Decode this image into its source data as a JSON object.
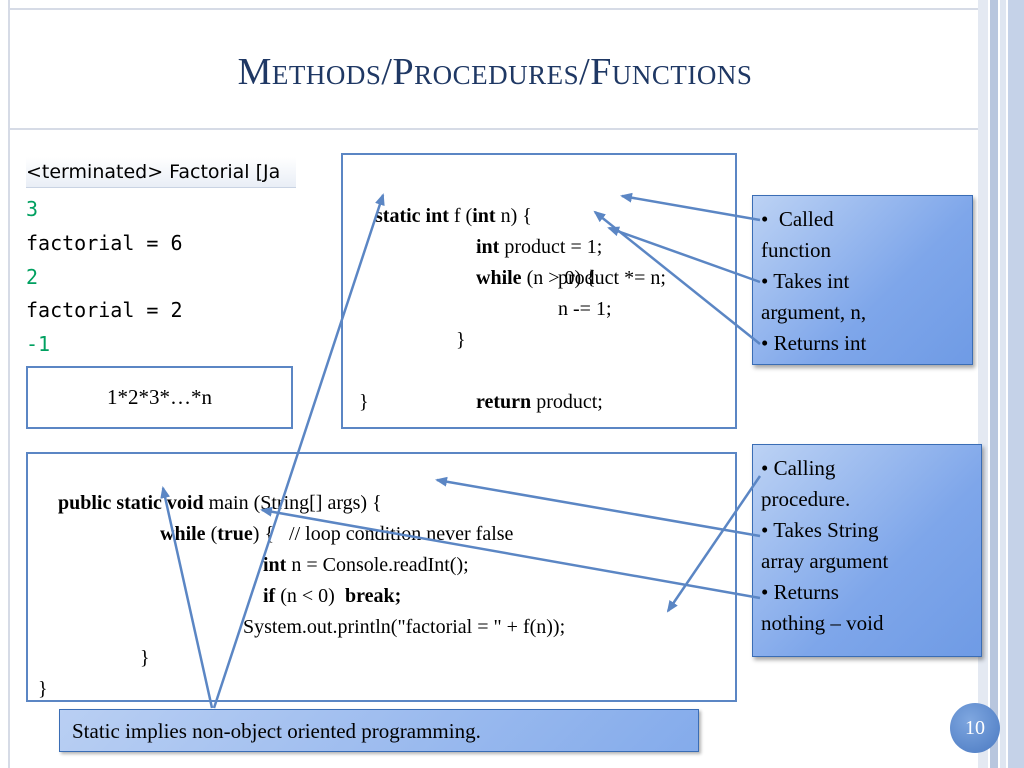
{
  "slide": {
    "title": "Methods/Procedures/Functions",
    "page_number": "10"
  },
  "console": {
    "header": "<terminated> Factorial [Ja",
    "lines": [
      "3",
      "factorial = 6",
      "2",
      "factorial = 2",
      "-1"
    ]
  },
  "product_box": {
    "text": "1*2*3*…*n"
  },
  "function_code": {
    "l1_kw1": "static int",
    "l1_t1": " f (",
    "l1_kw2": "int",
    "l1_t2": " n) {",
    "l2_kw": "int",
    "l2_t": " product = 1;",
    "l3_kw": "while",
    "l3_t": " (n > 0) {",
    "l4": "product *= n;",
    "l5": "n -= 1;",
    "l6": "}",
    "l7_kw": "return",
    "l7_t": " product;",
    "l8": "}"
  },
  "main_code": {
    "l1_kw": "public static void",
    "l1_t": " main (String[] args) {",
    "l2_kw1": "while",
    "l2_t1": " (",
    "l2_kw2": "true",
    "l2_t2": ") {   // loop condition never false",
    "l3_kw": "int",
    "l3_t": " n = Console.readInt();",
    "l4_kw": "if",
    "l4_t": " (n < 0)",
    "l5_kw": "break;",
    "l6": "System.out.println(\"factorial = \" + f(n));",
    "l7": "}",
    "l8": "}"
  },
  "callout_function": {
    "lines": [
      "•  Called",
      "function",
      "• Takes int",
      "argument, n,",
      "• Returns int"
    ]
  },
  "callout_procedure": {
    "lines": [
      "• Calling",
      "procedure.",
      "• Takes String",
      "array argument",
      "• Returns",
      "nothing – void"
    ]
  },
  "footer": {
    "text": "Static  implies non-object oriented programming."
  },
  "colors": {
    "title": "#1f3864",
    "box_border": "#5b86c4",
    "arrow": "#5b86c4",
    "callout_fill": "#7ea6ea",
    "console_input": "#00a060"
  }
}
